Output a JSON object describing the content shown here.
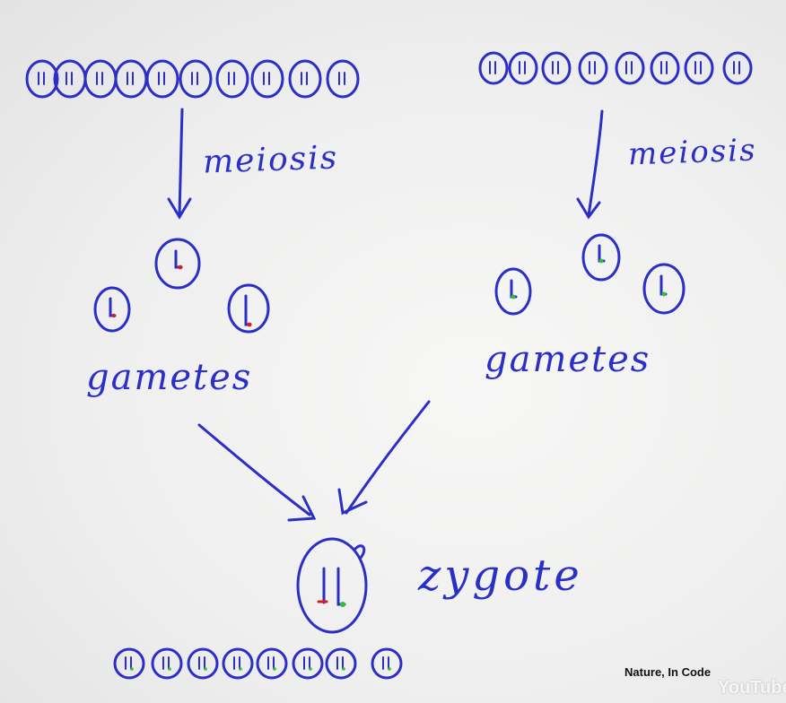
{
  "labels": {
    "meiosis_left": "meiosis",
    "meiosis_right": "meiosis",
    "gametes_left": "gametes",
    "gametes_right": "gametes",
    "zygote": "zygote"
  },
  "credit": "Nature, In Code",
  "watermark": "YouTube",
  "colors": {
    "ink": "#2b2fc7",
    "maternal_chromosome": "#d81e1e",
    "paternal_chromosome": "#2fc12f"
  }
}
